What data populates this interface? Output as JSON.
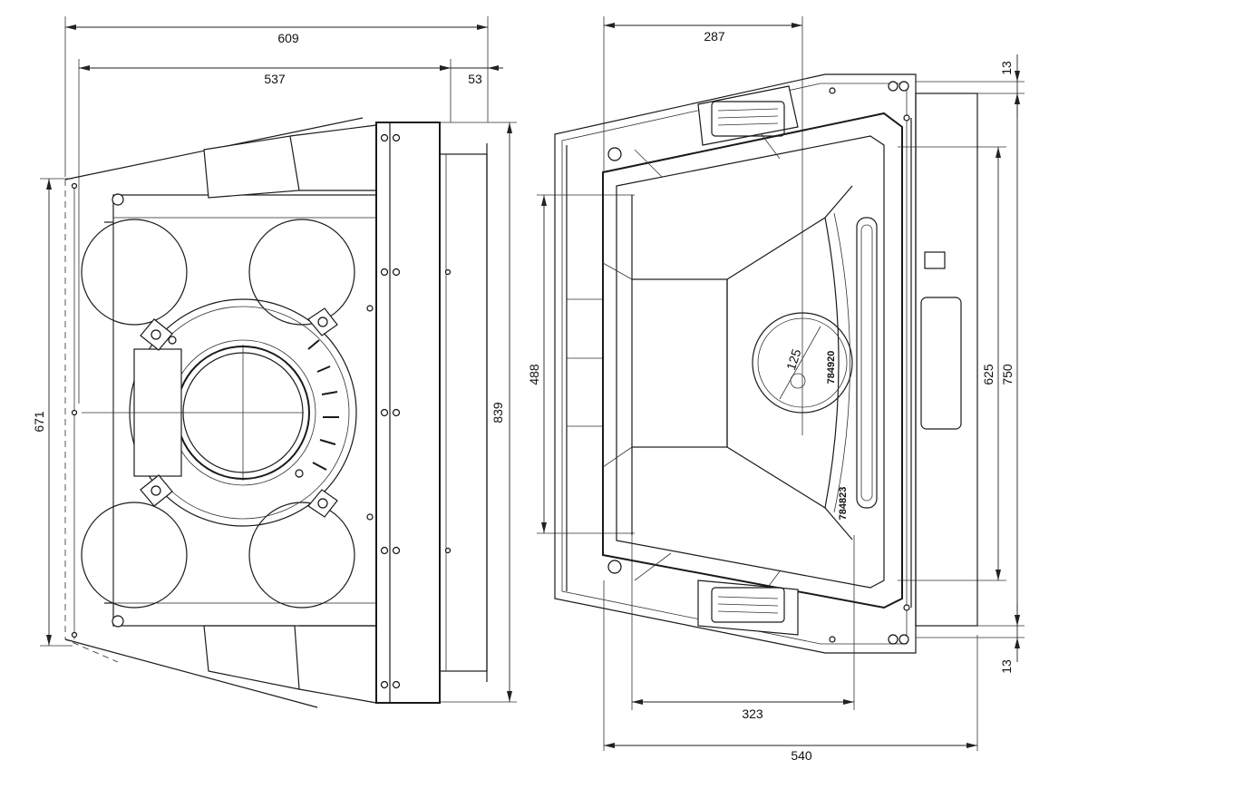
{
  "drawing": {
    "left_view": {
      "dimensions": {
        "overall_depth": "609",
        "body_depth": "537",
        "flange_depth": "53",
        "overall_height": "839",
        "body_height": "671"
      }
    },
    "right_view": {
      "dimensions": {
        "top_offset": "287",
        "inner_height": "488",
        "duct_width": "323",
        "overall_width": "540",
        "top_margin": "13",
        "bottom_margin": "13",
        "grille_height": "625",
        "overall_height": "750",
        "spigot_diameter": "125"
      },
      "part_numbers": {
        "upper": "784920",
        "lower": "784823"
      }
    }
  }
}
